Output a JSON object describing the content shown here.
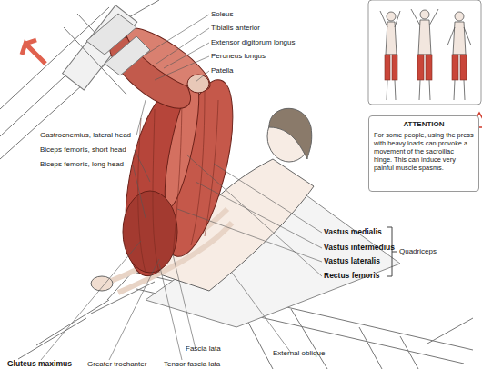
{
  "diagram": {
    "nodes": [
      {
        "text": [
          "ATTENTION",
          "For some people, using the press with heavy loads can provoke a movement of the sacroiliac hinge. This can induce very painful muscle spasms."
        ]
      }
    ],
    "labels": [
      "Soleus",
      "Tibialis anterior",
      "Extensor digitorum longus",
      "Peroneus longus",
      "Patella",
      "Gastrocnemius, lateral head",
      "Biceps femoris, short head",
      "Biceps femoris, long head",
      "Vastus medialis",
      "Vastus intermedius",
      "Vastus lateralis",
      "Rectus femoris",
      "Quadriceps",
      "Fascia lata",
      "External oblique",
      "Gluteus maximus",
      "Greater trochanter",
      "Tensor fascia lata"
    ]
  }
}
